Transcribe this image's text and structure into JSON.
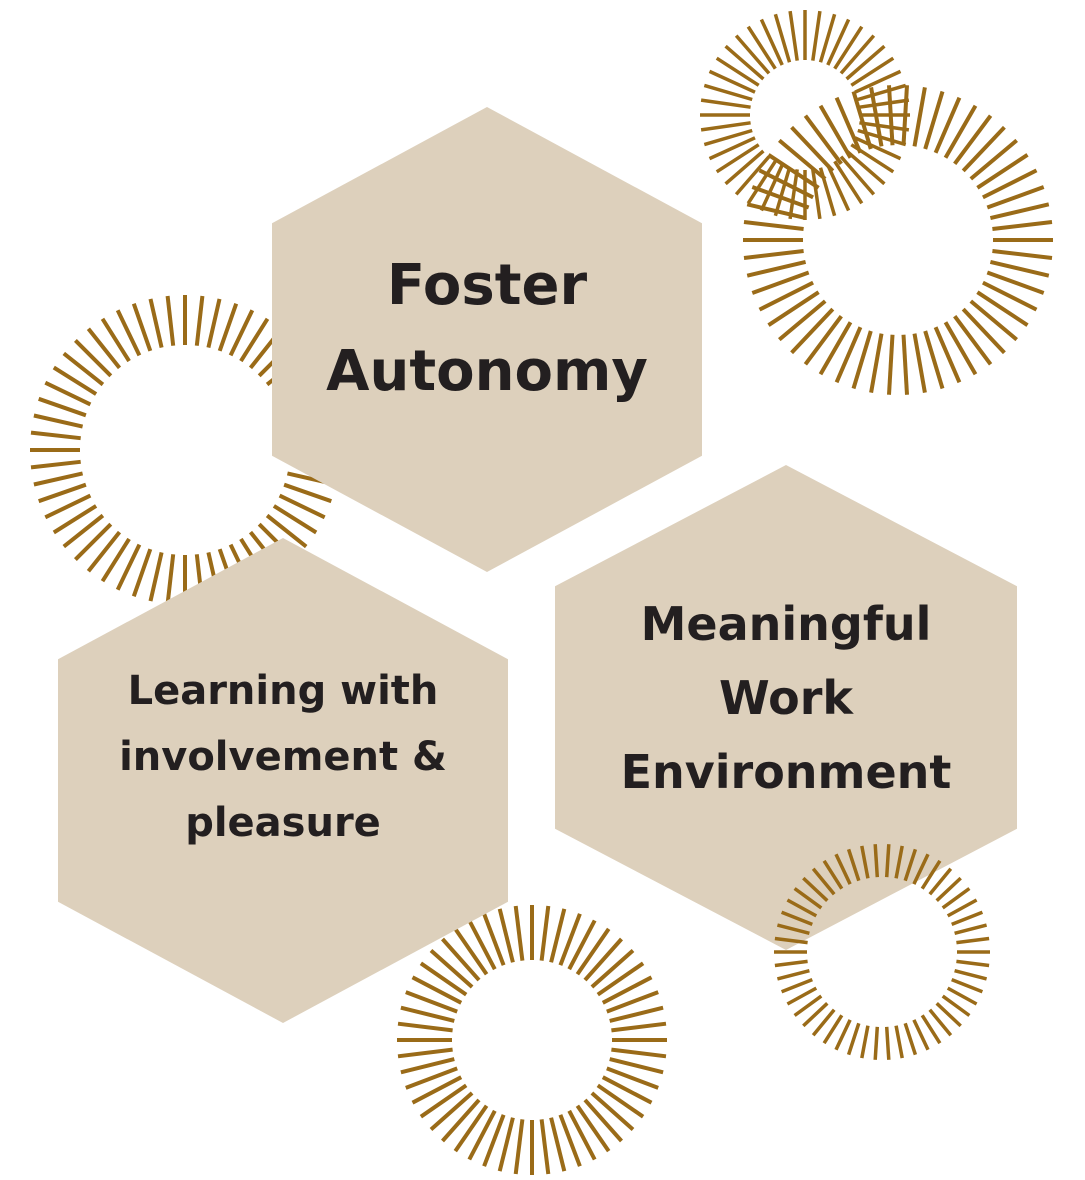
{
  "colors": {
    "hexagon_fill": "#ddd0bc",
    "sunburst_stroke": "#9a6b18",
    "text": "#231f20",
    "background": "#ffffff"
  },
  "hexagons": {
    "autonomy": {
      "lines": [
        "Foster",
        "Autonomy"
      ]
    },
    "learning": {
      "lines": [
        "Learning with",
        "involvement &",
        "pleasure"
      ]
    },
    "work": {
      "lines": [
        "Meaningful",
        "Work",
        "Environment"
      ]
    }
  },
  "decorations": {
    "icon": "sunburst-ring",
    "count": 5
  }
}
